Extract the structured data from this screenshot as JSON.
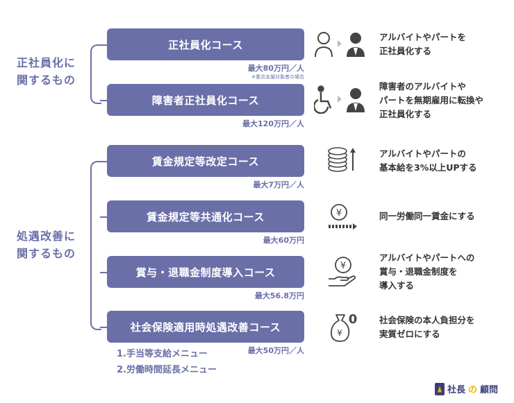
{
  "groups": [
    {
      "label": "正社員化に\n関するもの"
    },
    {
      "label": "処遇改善に\n関するもの"
    }
  ],
  "courses": [
    {
      "name": "正社員化コース",
      "amount": "最大80万円／人",
      "note": "※重点支援対象者の場合",
      "desc": "アルバイトやパートを\n正社員化する",
      "icon": "person-to-employee-icon"
    },
    {
      "name": "障害者正社員化コース",
      "amount": "最大120万円／人",
      "desc": "障害者のアルバイトや\nパートを無期雇用に転換や\n正社員化する",
      "icon": "wheelchair-to-employee-icon"
    },
    {
      "name": "賃金規定等改定コース",
      "amount": "最大7万円／人",
      "desc": "アルバイトやパートの\n基本給を3%以上UPする",
      "icon": "coin-stack-up-icon"
    },
    {
      "name": "賃金規定等共通化コース",
      "amount": "最大60万円",
      "desc": "同一労働同一賃金にする",
      "icon": "yen-coin-bar-icon"
    },
    {
      "name": "賞与・退職金制度導入コース",
      "amount": "最大56.8万円",
      "desc": "アルバイトやパートへの\n賞与・退職金制度を\n導入する",
      "icon": "yen-hand-icon"
    },
    {
      "name": "社会保険適用時処遇改善コース",
      "amount": "最大50万円／人",
      "desc": "社会保険の本人負担分を\n実質ゼロにする",
      "icon": "yen-bag-zero-icon"
    }
  ],
  "submenus": [
    "1.手当等支給メニュー",
    "2.労働時間延長メニュー"
  ],
  "logo": {
    "part1": "社長",
    "part2": "の",
    "part3": "顧問"
  },
  "colors": {
    "accent": "#6a6fa8",
    "logo_accent": "#f0b400"
  }
}
